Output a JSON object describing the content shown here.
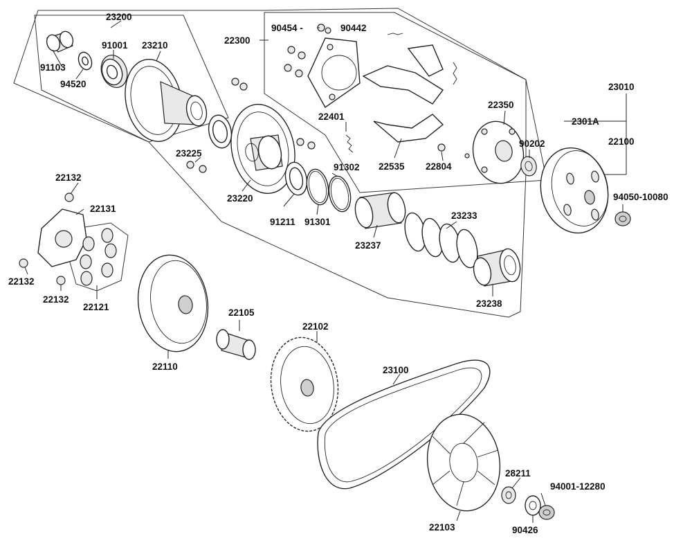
{
  "diagram": {
    "part_labels": {
      "p23200": "23200",
      "p91001": "91001",
      "p23210": "23210",
      "p91103": "91103",
      "p94520": "94520",
      "p22300": "22300",
      "p90454": "90454 -",
      "p90442": "90442",
      "p23010": "23010",
      "p22350": "22350",
      "p2301A": "2301A",
      "p22401": "22401",
      "p90202": "90202",
      "p22100": "22100",
      "p23225": "23225",
      "p91302": "91302",
      "p22535": "22535",
      "p22804": "22804",
      "p22132a": "22132",
      "p22131": "22131",
      "p23220": "23220",
      "p91211": "91211",
      "p91301": "91301",
      "p94050": "94050-10080",
      "p23237": "23237",
      "p23233": "23233",
      "p22132b": "22132",
      "p22132c": "22132",
      "p22121": "22121",
      "p23238": "23238",
      "p22105": "22105",
      "p22102": "22102",
      "p22110": "22110",
      "p23100": "23100",
      "p28211": "28211",
      "p94001": "94001-12280",
      "p22103": "22103",
      "p90426": "90426"
    }
  }
}
